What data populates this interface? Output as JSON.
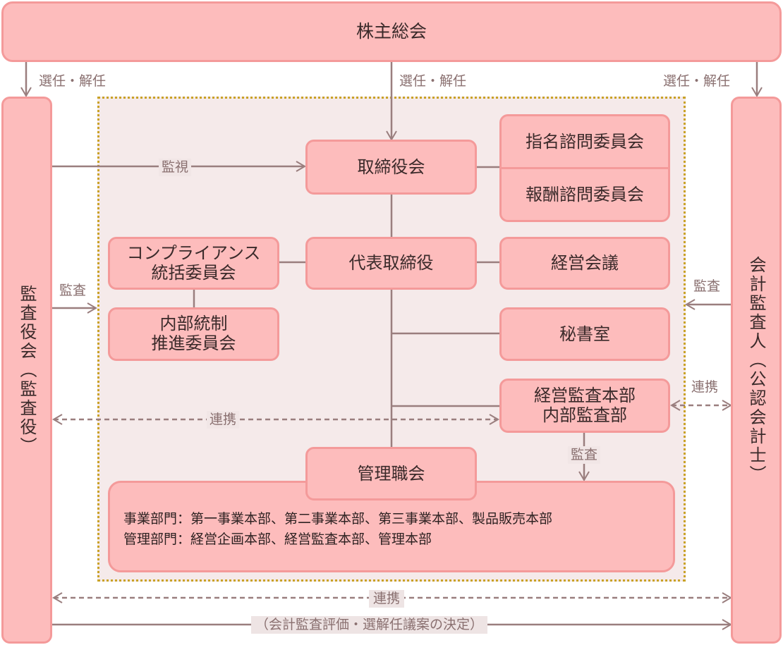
{
  "boxes": {
    "shareholders": "株主総会",
    "board": "取締役会",
    "nomination": "指名諮問委員会",
    "compensation": "報酬諮問委員会",
    "compliance": "コンプライアンス\n統括委員会",
    "representative": "代表取締役",
    "management_meeting": "経営会議",
    "internal_control": "内部統制\n推進委員会",
    "secretariat": "秘書室",
    "audit_dept": "経営監査本部\n内部監査部",
    "management_council": "管理職会",
    "auditors": "監査役会（監査役）",
    "accounting_auditor": "会計監査人（公認会計士）"
  },
  "divisions": {
    "line1": "事業部門：第一事業本部、第二事業本部、第三事業本部、製品販売本部",
    "line2": "管理部門：経営企画本部、経営監査本部、管理本部"
  },
  "labels": {
    "elect_left": "選任・解任",
    "elect_center": "選任・解任",
    "elect_right": "選任・解任",
    "monitor": "監視",
    "audit_left": "監査",
    "audit_right": "監査",
    "audit_internal": "監査",
    "coop_right": "連携",
    "coop_middle": "連携",
    "coop_bottom": "連携",
    "evaluation": "（会計監査評価・選解任議案の決定）"
  },
  "colors": {
    "box_fill": "#fdbcbc",
    "box_border": "#f49a9a",
    "line": "#9a7e7e",
    "region_fill": "#f5eaea",
    "region_border": "#c9a227"
  }
}
